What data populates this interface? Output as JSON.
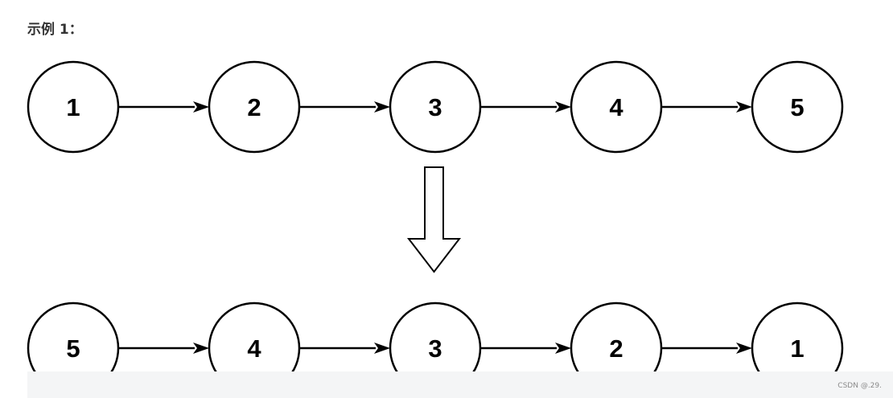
{
  "heading": "示例 1：",
  "before_list": {
    "nodes": [
      "1",
      "2",
      "3",
      "4",
      "5"
    ]
  },
  "after_list": {
    "nodes": [
      "5",
      "4",
      "3",
      "2",
      "1"
    ]
  },
  "watermark": "CSDN @.29.",
  "colors": {
    "stroke": "#000000",
    "fill": "#ffffff",
    "heading_text": "#333333",
    "bottom_bar": "#f4f5f6"
  }
}
